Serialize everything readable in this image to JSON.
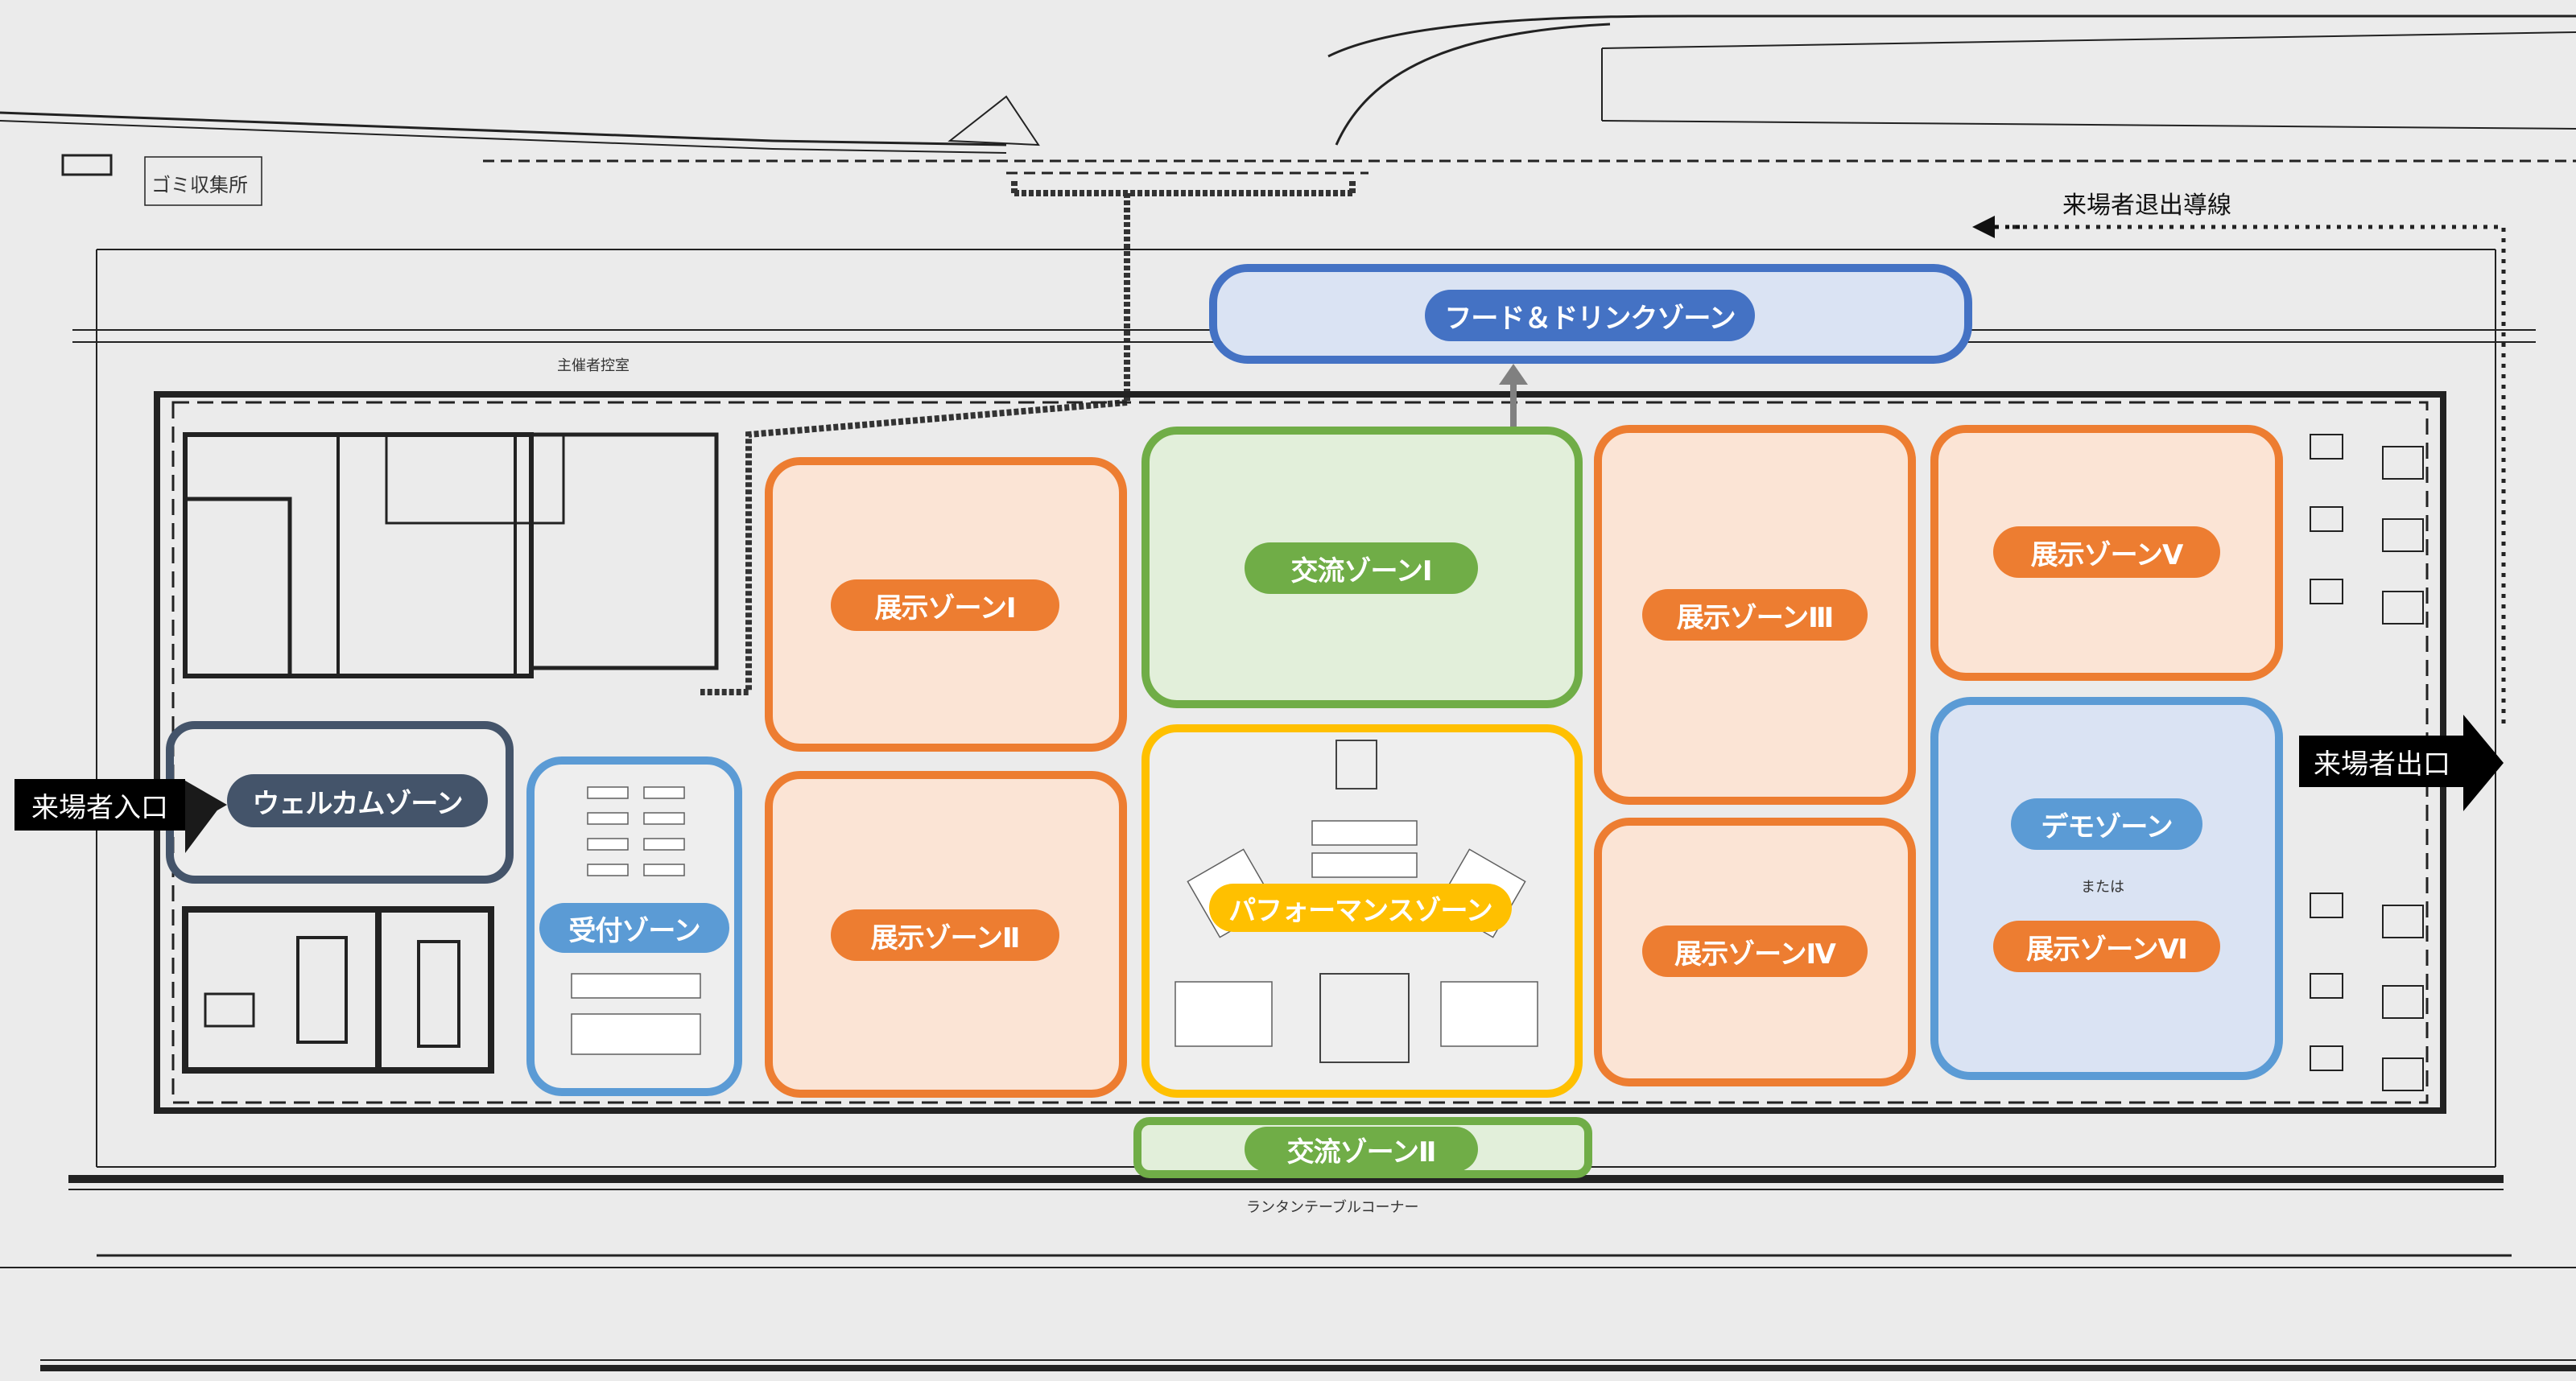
{
  "title": "",
  "colors": {
    "exhibit_fill": "#fbe4d5",
    "exhibit_border": "#ed7d31",
    "exchange_fill": "#e2efda",
    "exchange_border": "#70ad47",
    "blue_fill": "#dae3f3",
    "blue_border": "#4472c4",
    "light_blue_border": "#5b9bd5",
    "perform_border": "#ffc000",
    "welcome_border": "#44546a",
    "background": "#ebebeb"
  },
  "zones": {
    "food_drink": "フード＆ドリンクゾーン",
    "exchange_1": "交流ゾーンⅠ",
    "exchange_2": "交流ゾーンⅡ",
    "exhibit_1": "展示ゾーンⅠ",
    "exhibit_2": "展示ゾーンⅡ",
    "exhibit_3": "展示ゾーンⅢ",
    "exhibit_4": "展示ゾーンⅣ",
    "exhibit_5": "展示ゾーンⅤ",
    "exhibit_6": "展示ゾーンⅥ",
    "performance": "パフォーマンスゾーン",
    "welcome": "ウェルカムゾーン",
    "reception": "受付ゾーン",
    "demo": "デモゾーン",
    "demo_or": "または"
  },
  "labels": {
    "entrance": "来場者入口",
    "exit": "来場者出口",
    "exit_route": "来場者退出導線",
    "garbage": "ゴミ収集所",
    "organizer_room": "主催者控室",
    "lantern_corner": "ランタンテーブルコーナー"
  },
  "icons": {
    "entrance_arrow": "arrow-right-icon",
    "exit_arrow": "arrow-right-icon",
    "route_arrow": "arrow-left-icon",
    "double_arrow": "double-arrow-vertical-icon"
  }
}
